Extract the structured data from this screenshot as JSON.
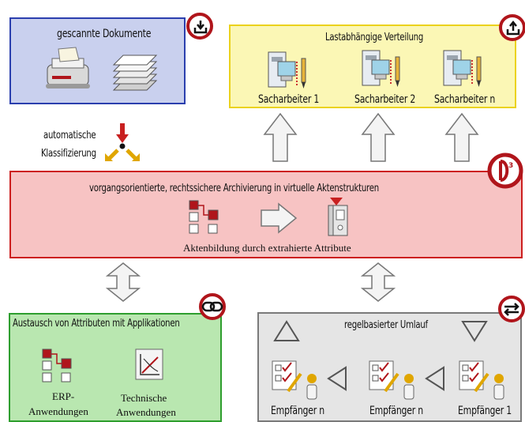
{
  "scanned": {
    "title": "gescannte Dokumente"
  },
  "distribution": {
    "title": "Lastabhängige Verteilung",
    "workers": [
      "Sacharbeiter 1",
      "Sacharbeiter 2",
      "Sacharbeiter n"
    ]
  },
  "classification": {
    "label_line1": "automatische",
    "label_line2": "Klassifizierung"
  },
  "archive": {
    "title": "vorgangsorientierte, rechtssichere Archivierung in virtuelle Aktenstrukturen",
    "subtitle": "Aktenbildung durch extrahierte Attribute",
    "badge": "d³"
  },
  "exchange": {
    "title": "Austausch von Attributen mit Applikationen",
    "erp_line1": "ERP-",
    "erp_line2": "Anwendungen",
    "tech_line1": "Technische",
    "tech_line2": "Anwendungen"
  },
  "workflow": {
    "title": "regelbasierter Umlauf",
    "recipients": [
      "Empfänger n",
      "Empfänger n",
      "Empfänger 1"
    ]
  },
  "colors": {
    "scanned_bg": "#c9d0ee",
    "scanned_border": "#2b3fae",
    "distribution_bg": "#fbf7b5",
    "distribution_border": "#ebd21c",
    "archive_bg": "#f7c3c3",
    "archive_border": "#cc1e1e",
    "exchange_bg": "#b9e7b0",
    "exchange_border": "#2e9e2e",
    "workflow_bg": "#e5e5e5",
    "workflow_border": "#7a7a7a",
    "badge_red": "#b0151b"
  },
  "icons": [
    "upload-tray-icon",
    "download-tray-icon",
    "d3-logo-icon",
    "link-chain-icon",
    "cycle-arrows-icon",
    "scanner-icon",
    "paper-stack-icon",
    "workstation-icon",
    "binder-icon",
    "hierarchy-icon",
    "chart-icon",
    "form-person-icon",
    "triangle-arrow-icon",
    "block-arrow-icon"
  ]
}
